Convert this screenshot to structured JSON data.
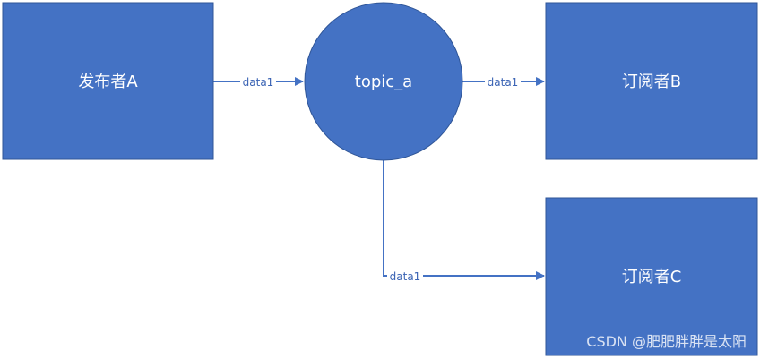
{
  "colors": {
    "node_fill": "#4472c4",
    "node_stroke": "#2f5597",
    "edge": "#4472c4",
    "edge_label": "#3a63b4",
    "background": "#ffffff"
  },
  "nodes": {
    "publisher_a": {
      "label": "发布者A",
      "shape": "rectangle"
    },
    "topic_a": {
      "label": "topic_a",
      "shape": "circle"
    },
    "subscriber_b": {
      "label": "订阅者B",
      "shape": "rectangle"
    },
    "subscriber_c": {
      "label": "订阅者C",
      "shape": "rectangle"
    }
  },
  "edges": [
    {
      "from": "publisher_a",
      "to": "topic_a",
      "label": "data1"
    },
    {
      "from": "topic_a",
      "to": "subscriber_b",
      "label": "data1"
    },
    {
      "from": "topic_a",
      "to": "subscriber_c",
      "label": "data1"
    }
  ],
  "watermark": "CSDN @肥肥胖胖是太阳"
}
